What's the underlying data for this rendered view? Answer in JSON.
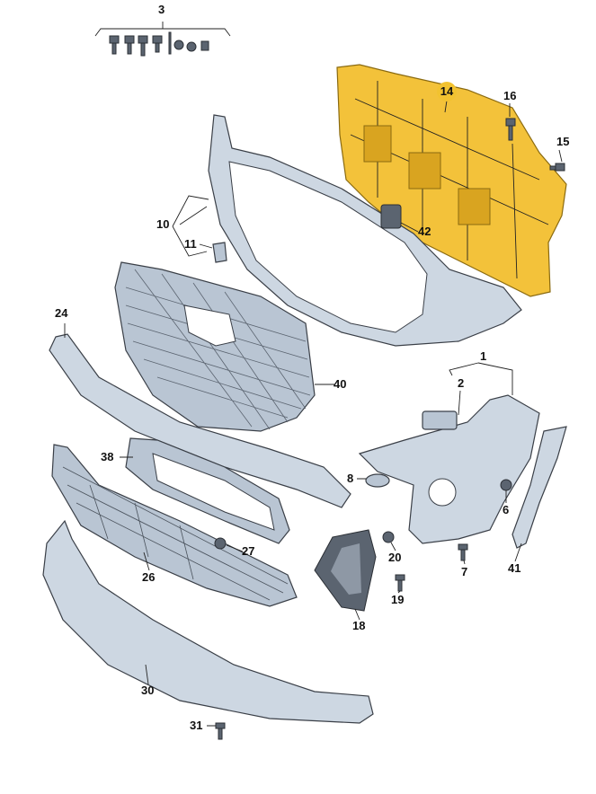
{
  "diagram": {
    "highlight_color": "#f2c230",
    "part_color": "#cdd7e2",
    "labels": [
      {
        "id": "3",
        "text": "3"
      },
      {
        "id": "14",
        "text": "14",
        "highlighted": true
      },
      {
        "id": "16",
        "text": "16"
      },
      {
        "id": "15",
        "text": "15"
      },
      {
        "id": "10",
        "text": "10"
      },
      {
        "id": "11",
        "text": "11"
      },
      {
        "id": "42",
        "text": "42"
      },
      {
        "id": "24",
        "text": "24"
      },
      {
        "id": "40",
        "text": "40"
      },
      {
        "id": "1",
        "text": "1"
      },
      {
        "id": "2",
        "text": "2"
      },
      {
        "id": "38",
        "text": "38"
      },
      {
        "id": "8",
        "text": "8"
      },
      {
        "id": "6",
        "text": "6"
      },
      {
        "id": "27",
        "text": "27"
      },
      {
        "id": "20",
        "text": "20"
      },
      {
        "id": "7",
        "text": "7"
      },
      {
        "id": "41",
        "text": "41"
      },
      {
        "id": "26",
        "text": "26"
      },
      {
        "id": "19",
        "text": "19"
      },
      {
        "id": "18",
        "text": "18"
      },
      {
        "id": "30",
        "text": "30"
      },
      {
        "id": "31",
        "text": "31"
      }
    ]
  }
}
